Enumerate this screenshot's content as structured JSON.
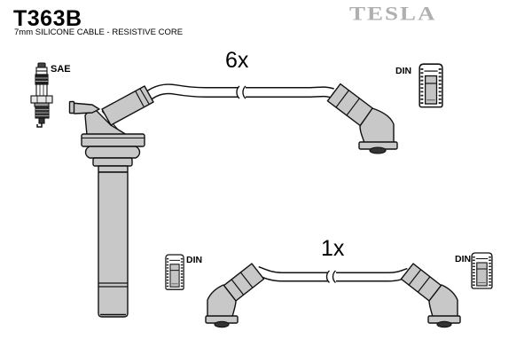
{
  "header": {
    "part_number": "T363B",
    "subtitle": "7mm SILICONE CABLE - RESISTIVE CORE"
  },
  "brand": {
    "logo_text": "TESLA",
    "logo_color": "#b0b0b0"
  },
  "diagram": {
    "items": [
      {
        "quantity_label": "6x",
        "description": "long ignition lead with coil-top boot and angled DIN boot"
      },
      {
        "quantity_label": "1x",
        "description": "short ignition lead with two angled DIN boots"
      }
    ],
    "sae_label": "SAE",
    "din_label": "DIN",
    "icons": [
      "spark-plug-icon",
      "din-terminal-icon",
      "coil-boot-drawing",
      "cable-break-marks"
    ]
  },
  "colors": {
    "background": "#ffffff",
    "boot_fill": "#c8c8c8",
    "outline": "#111111",
    "terminal_dark": "#333333"
  }
}
